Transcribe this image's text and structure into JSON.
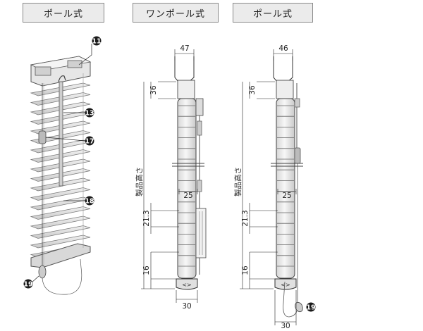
{
  "headers": [
    "ポール式",
    "ワンポール式",
    "ポール式"
  ],
  "callouts": {
    "c11": "11",
    "c13": "13",
    "c17": "17",
    "c18": "18",
    "c19a": "19",
    "c19b": "19"
  },
  "dims1": {
    "top": "47",
    "head": "36",
    "height": "製品高さ",
    "mid": "25",
    "pitch": "21.3",
    "bottom_gap": "16",
    "base": "30"
  },
  "dims2": {
    "top": "46",
    "head": "36",
    "height": "製品高さ",
    "mid": "25",
    "pitch": "21.3",
    "bottom_gap": "16",
    "base": "30"
  }
}
